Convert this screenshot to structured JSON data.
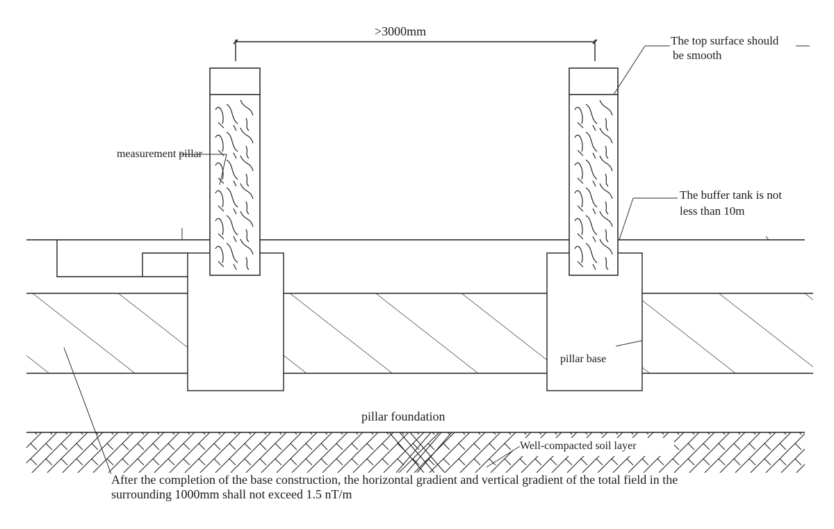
{
  "labels": {
    "dimension": ">3000mm",
    "top_surface_line1": "The top surface should",
    "top_surface_line2": "be smooth",
    "measurement_pillar": "measurement pillar",
    "buffer_tank_line1": "The buffer tank is not",
    "buffer_tank_line2": "less than 10m",
    "pillar_base": "pillar base",
    "pillar_foundation": "pillar foundation",
    "soil_layer": "Well-compacted soil layer",
    "note_line1": "After the completion of the base construction, the horizontal gradient and vertical gradient of the total field in the",
    "note_line2": "surrounding 1000mm shall not exceed 1.5 nT/m"
  }
}
